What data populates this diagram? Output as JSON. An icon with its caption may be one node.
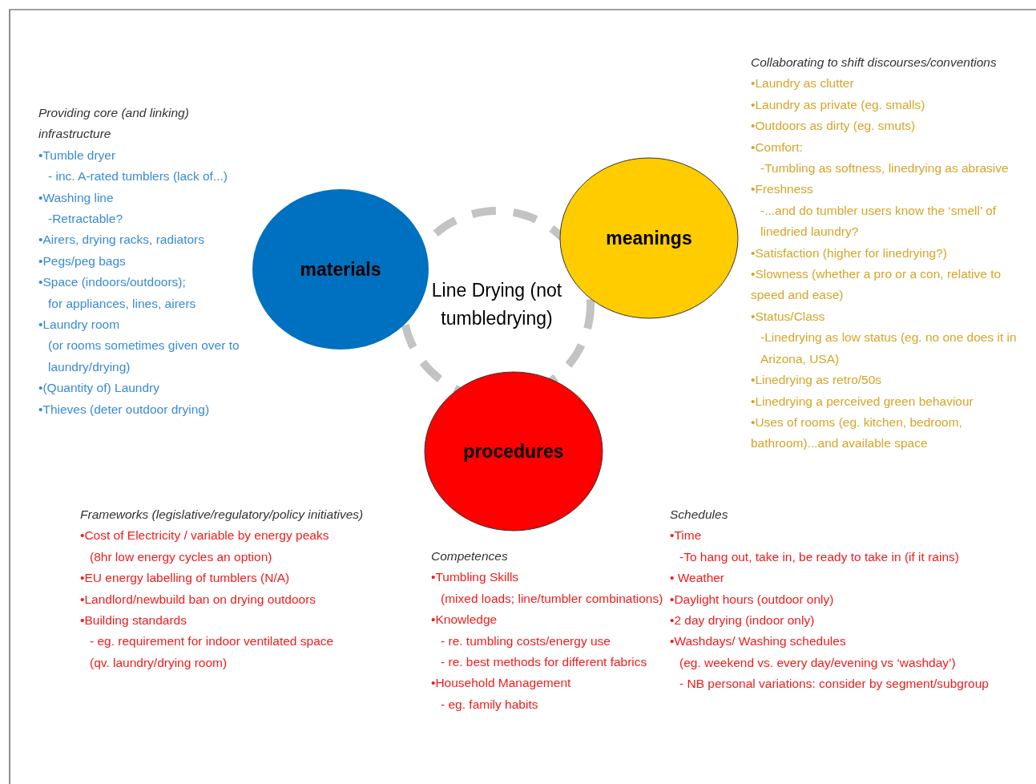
{
  "diagram": {
    "nodes": [
      {
        "text": [
          "Line Drying (not tumbledrying)"
        ]
      },
      {
        "text": [
          "materials"
        ]
      },
      {
        "text": [
          "meanings"
        ]
      },
      {
        "text": [
          "procedures"
        ]
      }
    ],
    "edges": [],
    "labels": [
      "Providing core (and linking) infrastructure",
      "•Tumble dryer",
      "- inc. A-rated tumblers (lack of...)",
      "•Washing line",
      "-Retractable?",
      "•Airers, drying racks, radiators",
      "•Pegs/peg bags",
      "•Space (indoors/outdoors);",
      "for appliances, lines, airers",
      "•Laundry room",
      "(or rooms sometimes given over to laundry/drying)",
      "•(Quantity of) Laundry",
      "•Thieves (deter outdoor drying)",
      "Collaborating to shift discourses/conventions",
      "•Laundry as clutter",
      "•Laundry as private (eg. smalls)",
      "•Outdoors as dirty (eg. smuts)",
      "•Comfort:",
      "-Tumbling as softness, linedrying as abrasive",
      "•Freshness",
      "-...and do tumbler users know the ‘smell’ of linedried laundry?",
      "•Satisfaction (higher for linedrying?)",
      "•Slowness (whether a pro or a con, relative to speed and ease)",
      "•Status/Class",
      "-Linedrying as low status (eg. no one does it in Arizona, USA)",
      "•Linedrying as retro/50s",
      "•Linedrying a perceived green behaviour",
      "•Uses of rooms (eg. kitchen, bedroom, bathroom)...and available space",
      "Frameworks (legislative/regulatory/policy initiatives)",
      "•Cost of Electricity / variable by energy peaks",
      "(8hr low energy cycles an option)",
      "•EU energy labelling of tumblers (N/A)",
      "•Landlord/newbuild ban on drying outdoors",
      "•Building standards",
      "- eg. requirement for indoor ventilated space",
      "(qv. laundry/drying room)",
      "Competences",
      "•Tumbling Skills",
      "(mixed loads; line/tumbler combinations)",
      "•Knowledge",
      "- re. tumbling costs/energy use",
      "- re. best methods for different fabrics",
      "•Household Management",
      "- eg. family habits",
      "Schedules",
      "•Time",
      "-To hang out, take in, be ready to take in (if it rains)",
      "• Weather",
      "•Daylight hours (outdoor only)",
      "•2 day drying (indoor only)",
      "•Washdays/ Washing schedules",
      "(eg. weekend vs. every day/evening vs ‘washday’)",
      "- NB personal variations: consider by segment/subgroup"
    ]
  }
}
